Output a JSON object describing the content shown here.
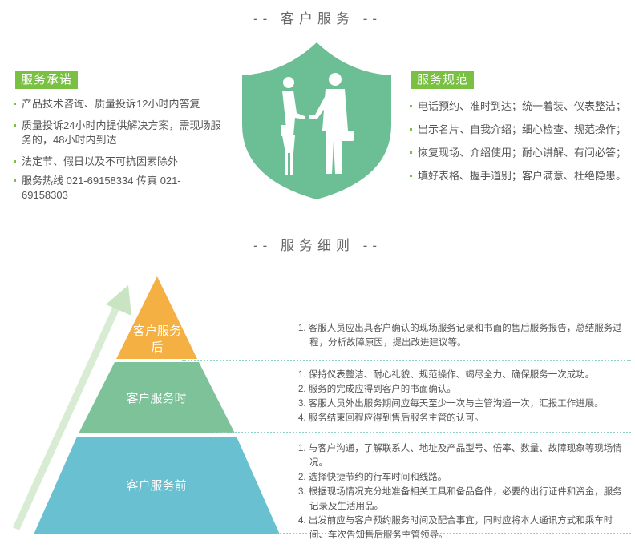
{
  "titles": {
    "service": "-- 客户服务 --",
    "rules": "-- 服务细则 --"
  },
  "promise": {
    "label": "服务承诺",
    "items": [
      "产品技术咨询、质量投诉12小时内答复",
      "质量投诉24小时内提供解决方案，需现场服务的，48小时内到达",
      "法定节、假日以及不可抗因素除外",
      "服务热线 021-69158334 传真 021-69158303"
    ]
  },
  "norms": {
    "label": "服务规范",
    "items": [
      "电话预约、准时到达；统一着装、仪表整洁；",
      "出示名片、自我介绍；细心检查、规范操作；",
      "恢复现场、介绍使用；耐心讲解、有问必答；",
      "填好表格、握手道别；客户满意、杜绝隐患。"
    ]
  },
  "pyramid": {
    "top": "客户服务后",
    "middle": "客户服务时",
    "bottom": "客户服务前"
  },
  "details": {
    "after": [
      "1. 客服人员应出具客户确认的现场服务记录和书面的售后服务报告，总结服务过程，分析故障原因，提出改进建议等。"
    ],
    "during": [
      "1. 保持仪表整洁、耐心礼貌、规范操作、竭尽全力、确保服务一次成功。",
      "2. 服务的完成应得到客户的书面确认。",
      "3. 客服人员外出服务期间应每天至少一次与主管沟通一次，汇报工作进展。",
      "4. 服务结束回程应得到售后服务主管的认可。"
    ],
    "before": [
      "1. 与客户沟通，了解联系人、地址及产品型号、倍率、数量、故障现象等现场情况。",
      "2. 选择快捷节约的行车时间和线路。",
      "3. 根据现场情况充分地准备相关工具和备品备件，必要的出行证件和资金，服务记录及生活用品。",
      "4. 出发前应与客户预约服务时间及配合事宜，同时应将本人通讯方式和乘车时间、车次告知售后服务主管领导。"
    ]
  },
  "colors": {
    "green": "#7ac143",
    "shield": "#6cbf94",
    "tier_top": "#f5b044",
    "tier_middle": "#7ec29a",
    "tier_bottom": "#68c0d0",
    "arrow": "#d8ebd3"
  },
  "icons": [
    "shield-icon",
    "handshake-people-icon",
    "growth-arrow-icon"
  ]
}
